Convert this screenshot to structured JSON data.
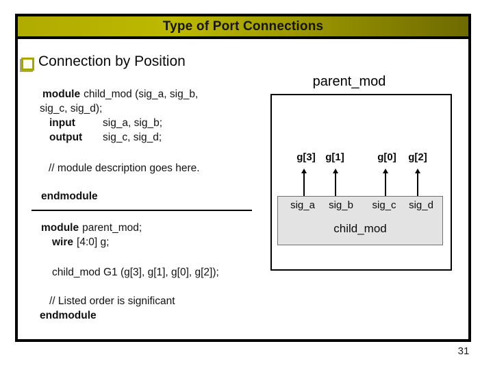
{
  "colors": {
    "accent": "#a8a400",
    "bar-left": "#b0ab00",
    "bar-mid": "#bdb900",
    "bar-right": "#6e6a00",
    "box-fill": "#e3e3e3"
  },
  "title_bar": {
    "title": "Type of Port Connections"
  },
  "bullet": {
    "label": "Connection by Position"
  },
  "code": {
    "lines": [
      {
        "kw": "module",
        "rest": "child_mod (sig_a, sig_b,"
      },
      {
        "text": "sig_c, sig_d);"
      },
      {
        "kw": "input",
        "rest": "sig_a, sig_b;"
      },
      {
        "kw": "output",
        "rest": "sig_c, sig_d;"
      },
      {
        "comment": "// module description goes here."
      },
      {
        "kw": "endmodule"
      },
      {
        "kw": "module",
        "rest": "parent_mod;"
      },
      {
        "kw": "wire",
        "rest": "[4:0] g;"
      },
      {
        "text": "child_mod G1 (g[3], g[1], g[0], g[2]);"
      },
      {
        "comment": "// Listed order is significant"
      },
      {
        "kw": "endmodule"
      }
    ]
  },
  "diagram": {
    "title": "parent_mod",
    "instance": "child_mod",
    "wires": [
      {
        "net": "g[3]",
        "port": "sig_a"
      },
      {
        "net": "g[1]",
        "port": "sig_b"
      },
      {
        "net": "g[0]",
        "port": "sig_c"
      },
      {
        "net": "g[2]",
        "port": "sig_d"
      }
    ]
  },
  "footer": {
    "page_number": "31"
  }
}
